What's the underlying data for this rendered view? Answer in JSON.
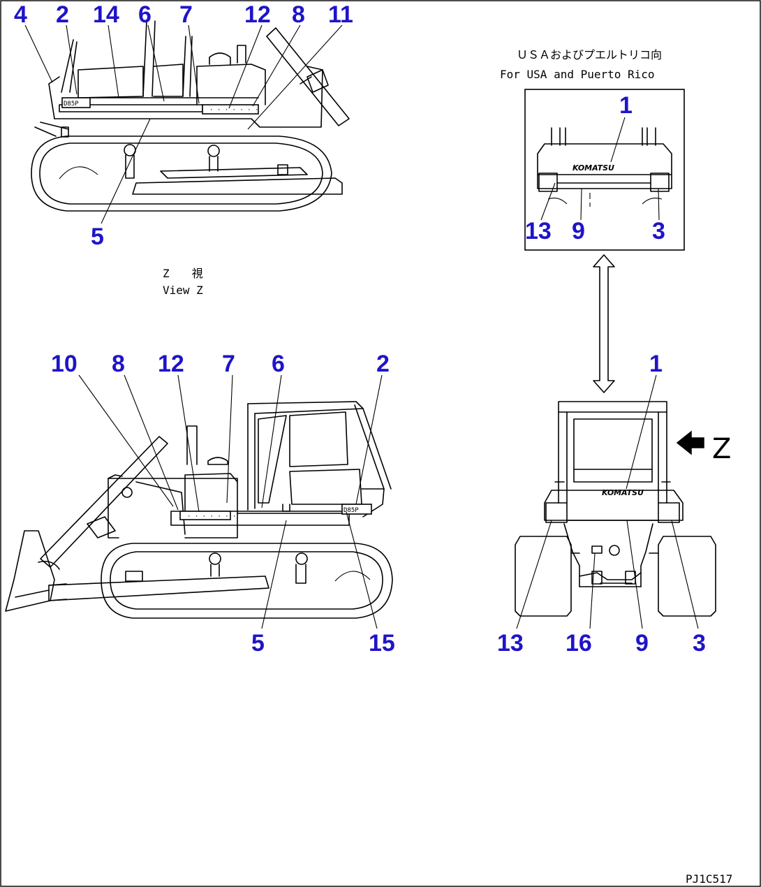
{
  "texts": {
    "view_z_jp": "Z　　視",
    "view_z_en": "View Z",
    "usa_jp": "ＵＳＡおよびプエルトリコ向",
    "usa_en": "For USA and Puerto Rico",
    "drawing_code": "PJ1C517",
    "z_marker": "Z",
    "model_plate": "D85P",
    "brand": "KOMATSU"
  },
  "callouts": {
    "top_side": [
      "4",
      "2",
      "14",
      "6",
      "7",
      "12",
      "8",
      "11",
      "5"
    ],
    "side": [
      "10",
      "8",
      "12",
      "7",
      "6",
      "2",
      "5",
      "15"
    ],
    "rear_inset": [
      "1",
      "13",
      "9",
      "3"
    ],
    "rear": [
      "1",
      "13",
      "16",
      "9",
      "3"
    ]
  }
}
